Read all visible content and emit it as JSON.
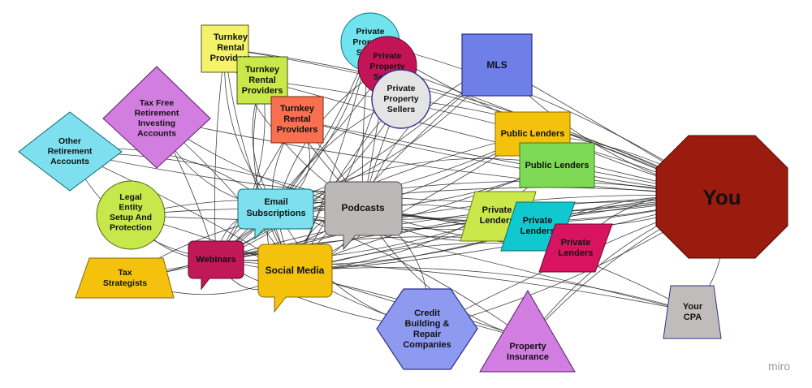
{
  "you": {
    "label": "You",
    "fill": "#9b1b0f",
    "text_color": "#f5d20a"
  },
  "nodes": {
    "mls": {
      "label": "MLS",
      "fill": "#6f7fe8"
    },
    "public_lenders_1": {
      "label": "Public Lenders",
      "fill": "#f4c20d"
    },
    "public_lenders_2": {
      "label": "Public Lenders",
      "fill": "#7ed957"
    },
    "private_lenders_1": {
      "label": "Private Lenders",
      "fill": "#cbe84a"
    },
    "private_lenders_2": {
      "label": "Private Lenders",
      "fill": "#12c8d0"
    },
    "private_lenders_3": {
      "label": "Private Lenders",
      "fill": "#d8135f"
    },
    "private_sellers_1": {
      "label": "Private Property Sellers",
      "fill": "#6fe3ee"
    },
    "private_sellers_2": {
      "label": "Private Property Sellers",
      "fill": "#c41458"
    },
    "private_sellers_3": {
      "label": "Private Property Sellers",
      "fill": "#e4e4e4"
    },
    "turnkey_1": {
      "label": "Turnkey Rental Providers",
      "fill": "#f4f26a"
    },
    "turnkey_2": {
      "label": "Turnkey Rental Providers",
      "fill": "#cbe84a"
    },
    "turnkey_3": {
      "label": "Turnkey Rental Providers",
      "fill": "#f87050"
    },
    "tax_free": {
      "label": "Tax Free Retirement Investing Accounts",
      "fill": "#d27ee0"
    },
    "other_retirement": {
      "label": "Other Retirement Accounts",
      "fill": "#7ee0ee"
    },
    "legal_entity": {
      "label": "Legal Entity Setup And Protection",
      "fill": "#c6e84a"
    },
    "tax_strategists": {
      "label": "Tax Strategists",
      "fill": "#f4c20d"
    },
    "webinars": {
      "label": "Webinars",
      "fill": "#c01858"
    },
    "social_media": {
      "label": "Social Media",
      "fill": "#f4c20d"
    },
    "email": {
      "label": "Email Subscriptions",
      "fill": "#7ee0ee"
    },
    "podcasts": {
      "label": "Podcasts",
      "fill": "#bdb8b8"
    },
    "credit": {
      "label": "Credit Building & Repair Companies",
      "fill": "#8e9af0"
    },
    "property_insurance": {
      "label": "Property Insurance",
      "fill": "#d27ee0"
    },
    "cpa": {
      "label": "Your CPA",
      "fill": "#c1bcbc"
    }
  },
  "watermark": "miro"
}
